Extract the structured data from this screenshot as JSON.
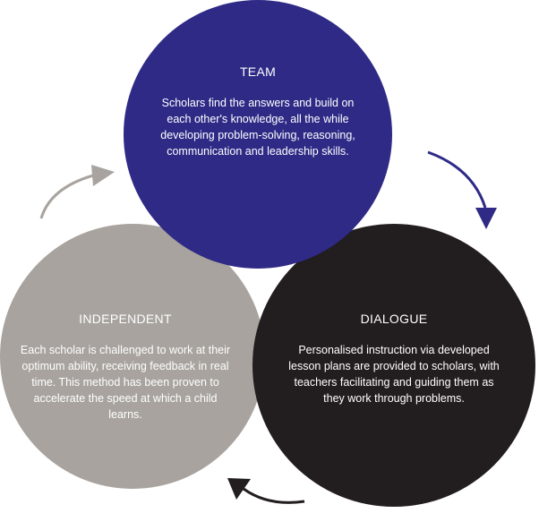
{
  "colors": {
    "team": "#2e2a86",
    "independent": "#a8a39e",
    "dialogue": "#221d1f",
    "arrow_team_to_dialogue": "#2e2a86",
    "arrow_dialogue_to_independent": "#221d1f",
    "arrow_independent_to_team": "#a8a39e"
  },
  "team": {
    "title": "TEAM",
    "text": "Scholars find the answers and build on each other's knowledge, all the while developing problem-solving, reasoning, communication and leadership skills."
  },
  "independent": {
    "title": "INDEPENDENT",
    "text": "Each scholar is challenged to work at their optimum ability, receiving feedback in real time. This method has been proven to accelerate the speed at which a child learns."
  },
  "dialogue": {
    "title": "DIALOGUE",
    "text": "Personalised instruction via developed lesson plans are provided to scholars, with teachers facilitating and guiding them as they work through problems."
  }
}
